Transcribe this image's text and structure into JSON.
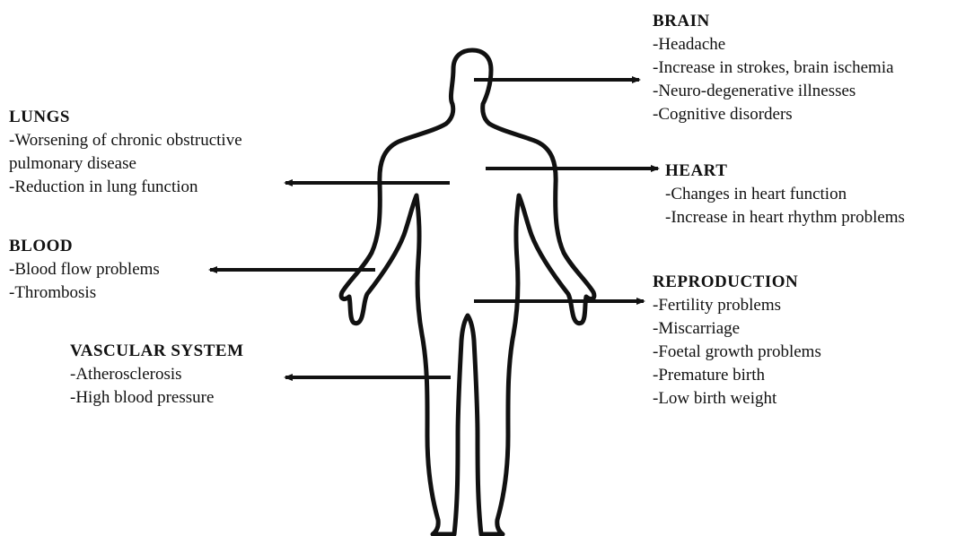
{
  "brain": {
    "title": "BRAIN",
    "items": [
      "-Headache",
      "-Increase in strokes, brain ischemia",
      "-Neuro-degenerative illnesses",
      "-Cognitive disorders"
    ]
  },
  "lungs": {
    "title": "LUNGS",
    "items": [
      "-Worsening of chronic obstructive",
      "pulmonary disease",
      "-Reduction in lung function"
    ]
  },
  "heart": {
    "title": "HEART",
    "items": [
      "-Changes in heart function",
      "-Increase in heart rhythm problems"
    ]
  },
  "blood": {
    "title": "BLOOD",
    "items": [
      "-Blood flow problems",
      "-Thrombosis"
    ]
  },
  "reproduction": {
    "title": "REPRODUCTION",
    "items": [
      "-Fertility problems",
      "-Miscarriage",
      "-Foetal growth problems",
      "-Premature birth",
      "-Low birth weight"
    ]
  },
  "vascular": {
    "title": "VASCULAR SYSTEM",
    "items": [
      "-Atherosclerosis",
      "-High blood pressure"
    ]
  }
}
